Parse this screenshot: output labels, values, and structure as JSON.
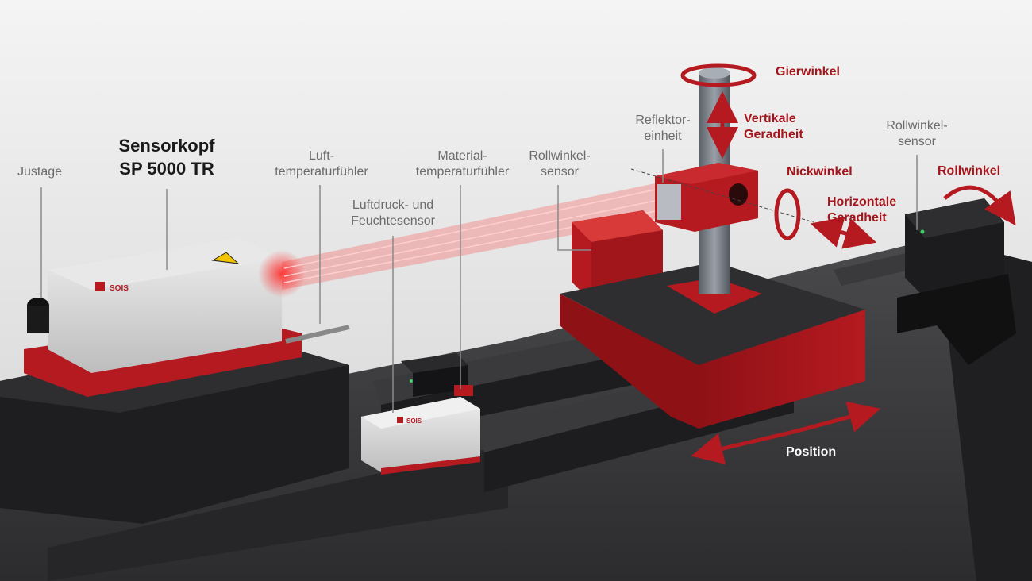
{
  "labels": {
    "justage": "Justage",
    "sensorkopf": [
      "Sensorkopf",
      "SP 5000 TR"
    ],
    "lufttemp": [
      "Luft-",
      "temperaturfühler"
    ],
    "materialtemp": [
      "Material-",
      "temperaturfühler"
    ],
    "luftdruck": [
      "Luftdruck- und",
      "Feuchtesensor"
    ],
    "rollwinkelsensor_left": [
      "Rollwinkel-",
      "sensor"
    ],
    "reflektor": [
      "Reflektor-",
      "einheit"
    ],
    "rollwinkelsensor_right": [
      "Rollwinkel-",
      "sensor"
    ],
    "gierwinkel": "Gierwinkel",
    "vertikale": [
      "Vertikale",
      "Geradheit"
    ],
    "nickwinkel": "Nickwinkel",
    "horizontale": [
      "Horizontale",
      "Geradheit"
    ],
    "rollwinkel": "Rollwinkel",
    "position": "Position"
  },
  "logo_text": "SOIS",
  "colors": {
    "accent_red": "#a5141a",
    "laser_red": "#ff2a2a",
    "label_grey": "#6b6b6b",
    "title_black": "#1a1a1a",
    "background": "#e6e6e6",
    "granite": "#2b2b2d"
  }
}
